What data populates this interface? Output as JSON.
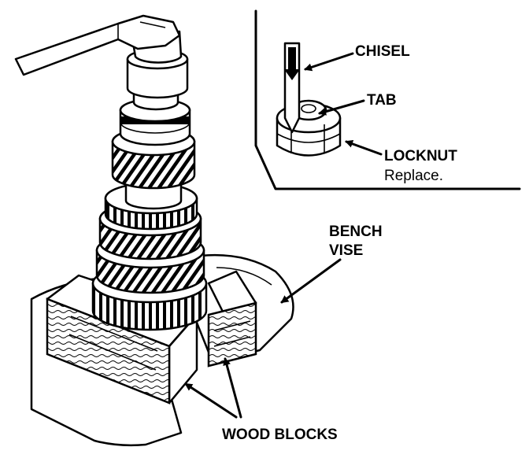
{
  "labels": {
    "chisel": "CHISEL",
    "tab": "TAB",
    "locknut": "LOCKNUT",
    "locknut_note": "Replace.",
    "bench": "BENCH",
    "vise": "VISE",
    "wood_blocks": "WOOD BLOCKS"
  }
}
